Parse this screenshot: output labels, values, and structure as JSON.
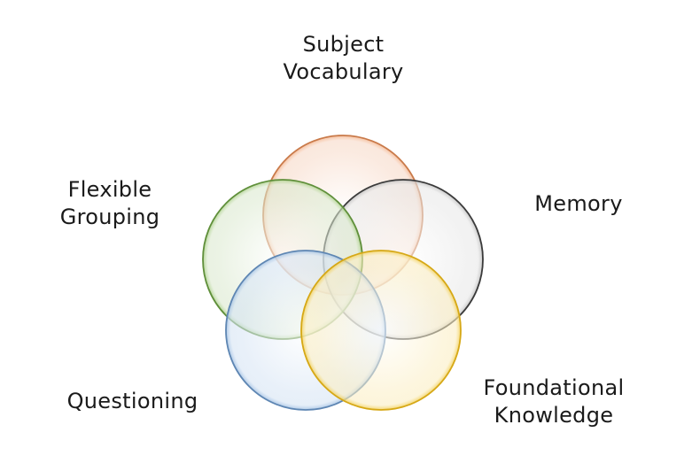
{
  "labels": {
    "subject_vocabulary": [
      "Subject",
      "Vocabulary"
    ],
    "memory": [
      "Memory"
    ],
    "flexible_grouping": [
      "Flexible",
      "Grouping"
    ],
    "questioning": [
      "Questioning"
    ],
    "foundational_knowledge": [
      "Foundational",
      "Knowledge"
    ]
  },
  "circles": [
    {
      "name": "subject-vocabulary-circle",
      "stroke": "#c97a4a",
      "fill": "#f7d9c7",
      "glow": "#f4b48c"
    },
    {
      "name": "memory-circle",
      "stroke": "#3a3a3a",
      "fill": "#e8e8e8",
      "glow": "#bdbdbd"
    },
    {
      "name": "flexible-grouping-circle",
      "stroke": "#5f8f3a",
      "fill": "#dbe9cf",
      "glow": "#a9cf86"
    },
    {
      "name": "questioning-circle",
      "stroke": "#5e86b3",
      "fill": "#d6e4f4",
      "glow": "#9fbfe2"
    },
    {
      "name": "foundational-knowledge-circle",
      "stroke": "#d6a816",
      "fill": "#fbeec3",
      "glow": "#f2cf55"
    }
  ]
}
